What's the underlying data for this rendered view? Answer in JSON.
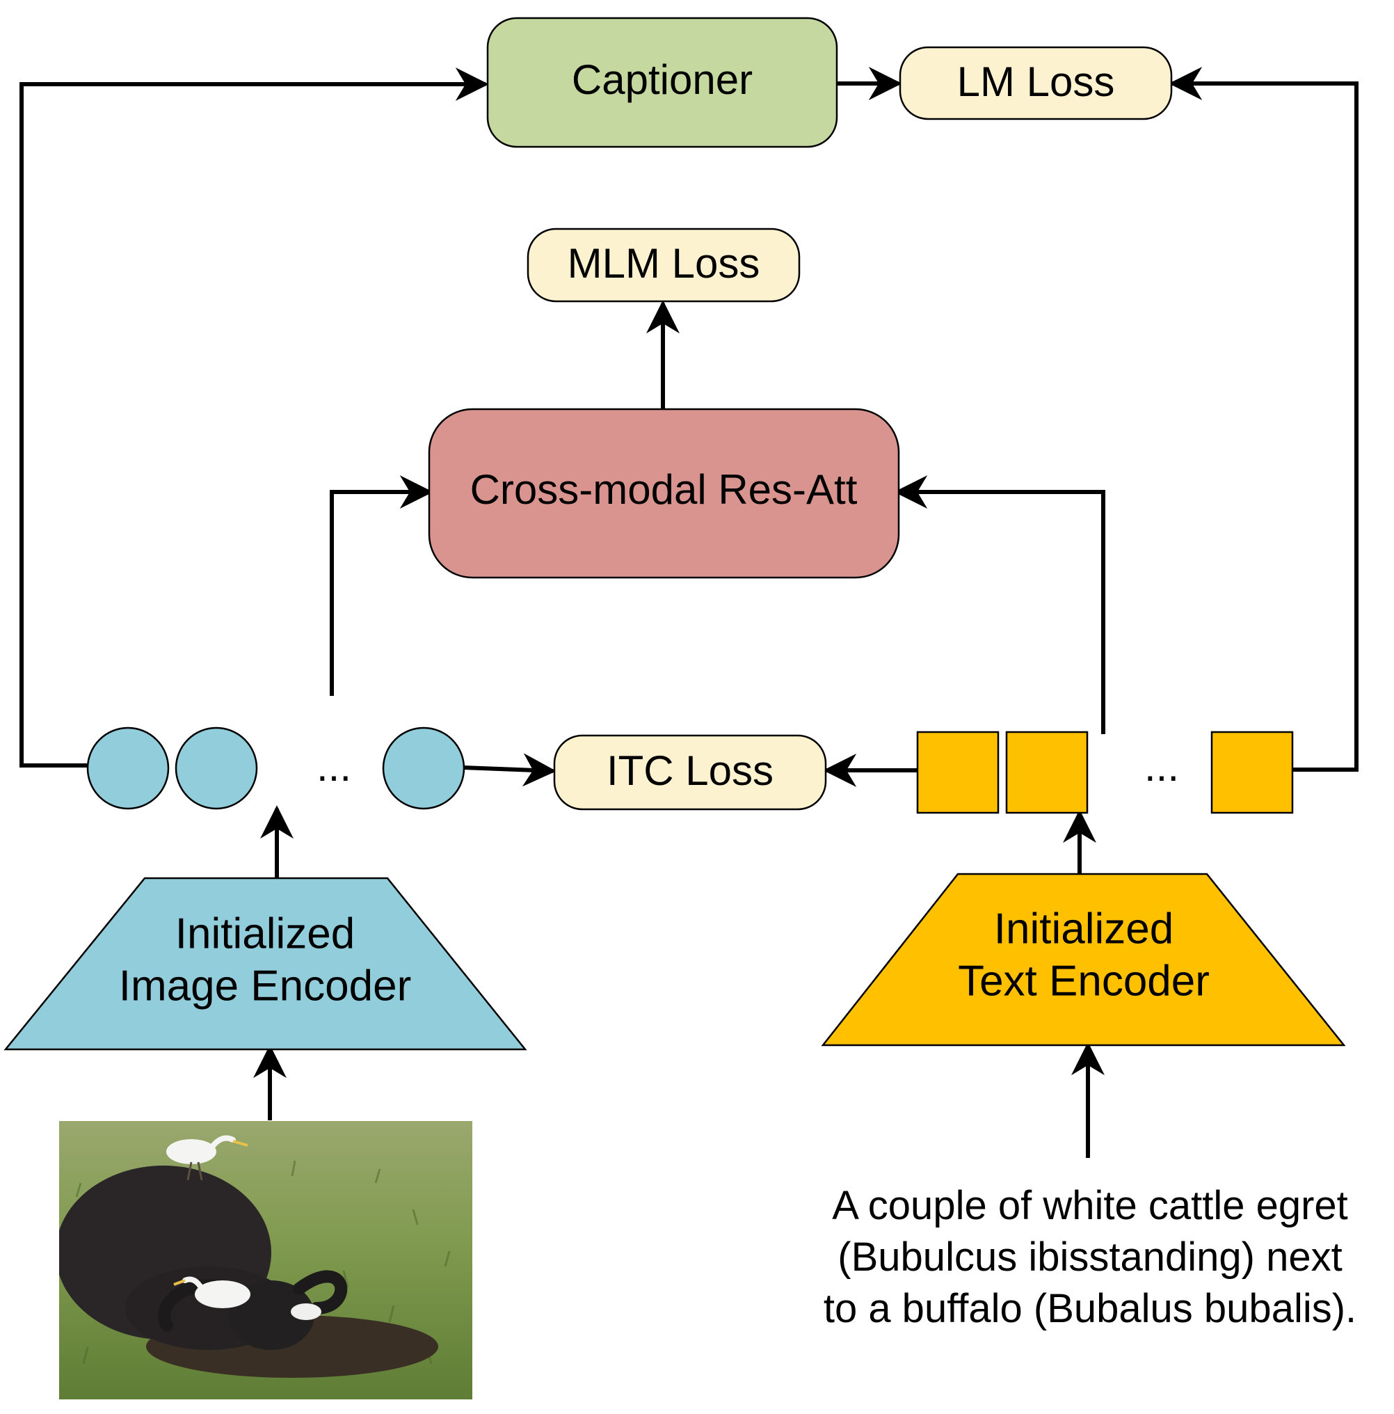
{
  "nodes": {
    "captioner": {
      "label": "Captioner",
      "fill": "#c5d8a0"
    },
    "lm_loss": {
      "label": "LM Loss",
      "fill": "#fdf2d0"
    },
    "mlm_loss": {
      "label": "MLM Loss",
      "fill": "#fdf2d0"
    },
    "cross_modal": {
      "label": "Cross-modal Res-Att",
      "fill": "#d9948f"
    },
    "itc_loss": {
      "label": "ITC Loss",
      "fill": "#fdf2d0"
    },
    "image_encoder": {
      "line1": "Initialized",
      "line2": "Image Encoder",
      "fill": "#92cddc"
    },
    "text_encoder": {
      "line1": "Initialized",
      "line2": "Text Encoder",
      "fill": "#ffc000"
    }
  },
  "tokens": {
    "image_ellipsis": "...",
    "text_ellipsis": "...",
    "image_token_color": "#92cddc",
    "text_token_color": "#ffc000"
  },
  "input_caption": {
    "line1": "A couple of white cattle egret",
    "line2": "(Bubulcus ibisstanding) next",
    "line3": "to a  buffalo (Bubalus bubalis)."
  },
  "input_image": {
    "icon": "buffalo-with-egrets-photo"
  }
}
